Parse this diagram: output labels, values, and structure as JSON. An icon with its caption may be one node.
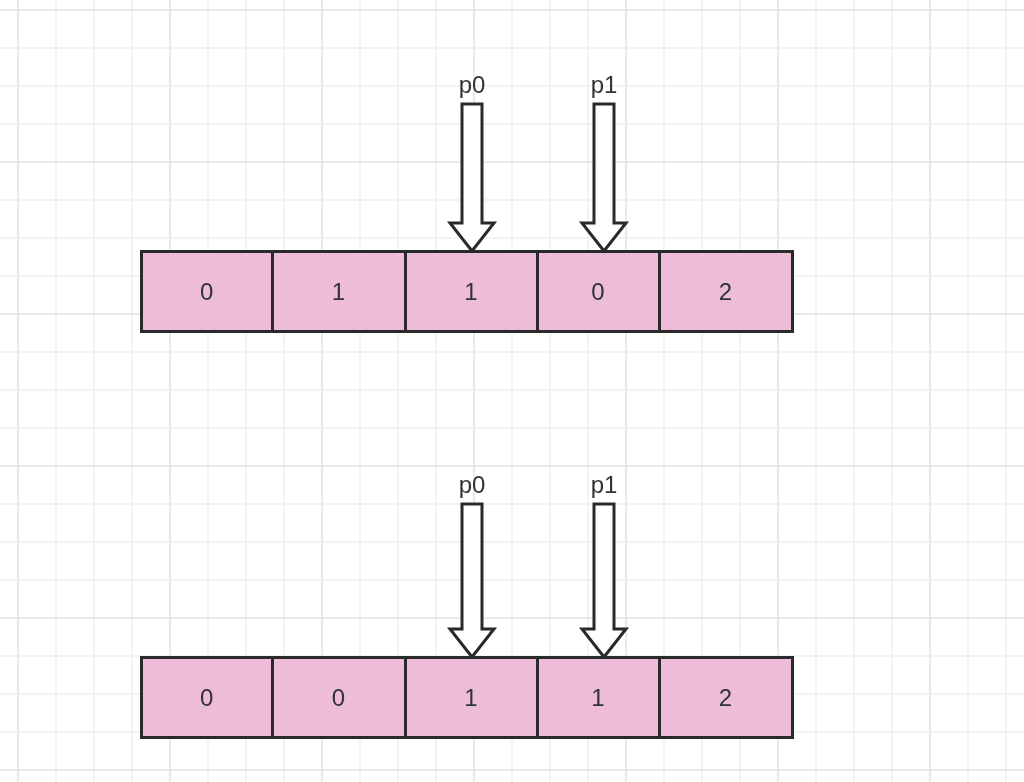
{
  "diagram": {
    "nodes": [
      {
        "text": [
          "p0"
        ]
      },
      {
        "text": [
          "p1"
        ]
      },
      {
        "text": [
          "0"
        ]
      },
      {
        "text": [
          "1"
        ]
      },
      {
        "text": [
          "1"
        ]
      },
      {
        "text": [
          "0"
        ]
      },
      {
        "text": [
          "2"
        ]
      },
      {
        "text": [
          "p0"
        ]
      },
      {
        "text": [
          "p1"
        ]
      },
      {
        "text": [
          "0"
        ]
      },
      {
        "text": [
          "0"
        ]
      },
      {
        "text": [
          "1"
        ]
      },
      {
        "text": [
          "1"
        ]
      },
      {
        "text": [
          "2"
        ]
      }
    ],
    "edges": [
      {
        "from": 0,
        "to": 4,
        "arrow": "to"
      },
      {
        "from": 1,
        "to": 5,
        "arrow": "to"
      },
      {
        "from": 7,
        "to": 11,
        "arrow": "to"
      },
      {
        "from": 8,
        "to": 12,
        "arrow": "to"
      }
    ]
  }
}
